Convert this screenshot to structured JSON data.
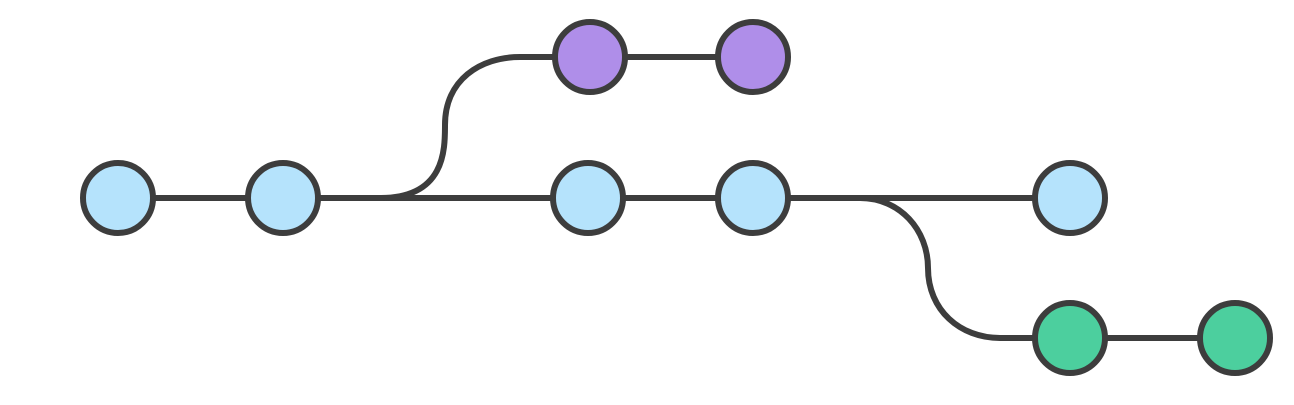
{
  "colors": {
    "line": "#3d3d3d",
    "main_branch": "#b5e3fc",
    "feature_branch": "#af8ee9",
    "hotfix_branch": "#4ccf9e"
  },
  "branches": [
    {
      "id": "main",
      "color_key": "main_branch",
      "commits": [
        "main-1",
        "main-2",
        "main-3",
        "main-4",
        "main-5"
      ]
    },
    {
      "id": "upper",
      "color_key": "feature_branch",
      "forks_from": "main-2",
      "commits": [
        "upper-1",
        "upper-2"
      ]
    },
    {
      "id": "lower",
      "color_key": "hotfix_branch",
      "forks_from": "main-4",
      "commits": [
        "lower-1",
        "lower-2"
      ]
    }
  ]
}
